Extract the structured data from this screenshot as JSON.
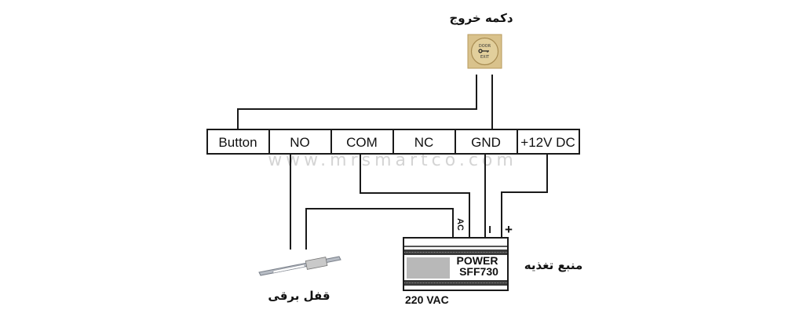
{
  "exit_button": {
    "label": "دکمه خروج",
    "face_top": "DOOR",
    "face_bottom": "EXIT",
    "icon": "key-icon"
  },
  "terminal_block": {
    "terminals": [
      {
        "id": "button",
        "label": "Button"
      },
      {
        "id": "no",
        "label": "NO"
      },
      {
        "id": "com",
        "label": "COM"
      },
      {
        "id": "nc",
        "label": "NC"
      },
      {
        "id": "gnd",
        "label": "GND"
      },
      {
        "id": "12v",
        "label": "+12V DC"
      }
    ]
  },
  "watermark": "www.mrsmartco.com",
  "power_supply": {
    "label": "منبع تغذیه",
    "line1": "POWER",
    "line2": "SFF730",
    "input": "220 VAC",
    "pins": {
      "ac": "AC",
      "minus": "I",
      "plus": "+"
    }
  },
  "electric_lock": {
    "label": "قفل برقی"
  },
  "colors": {
    "wire": "#1a1a1a",
    "exit_button_gold": "#cfb47a",
    "watermark": "#d4d4d4"
  }
}
